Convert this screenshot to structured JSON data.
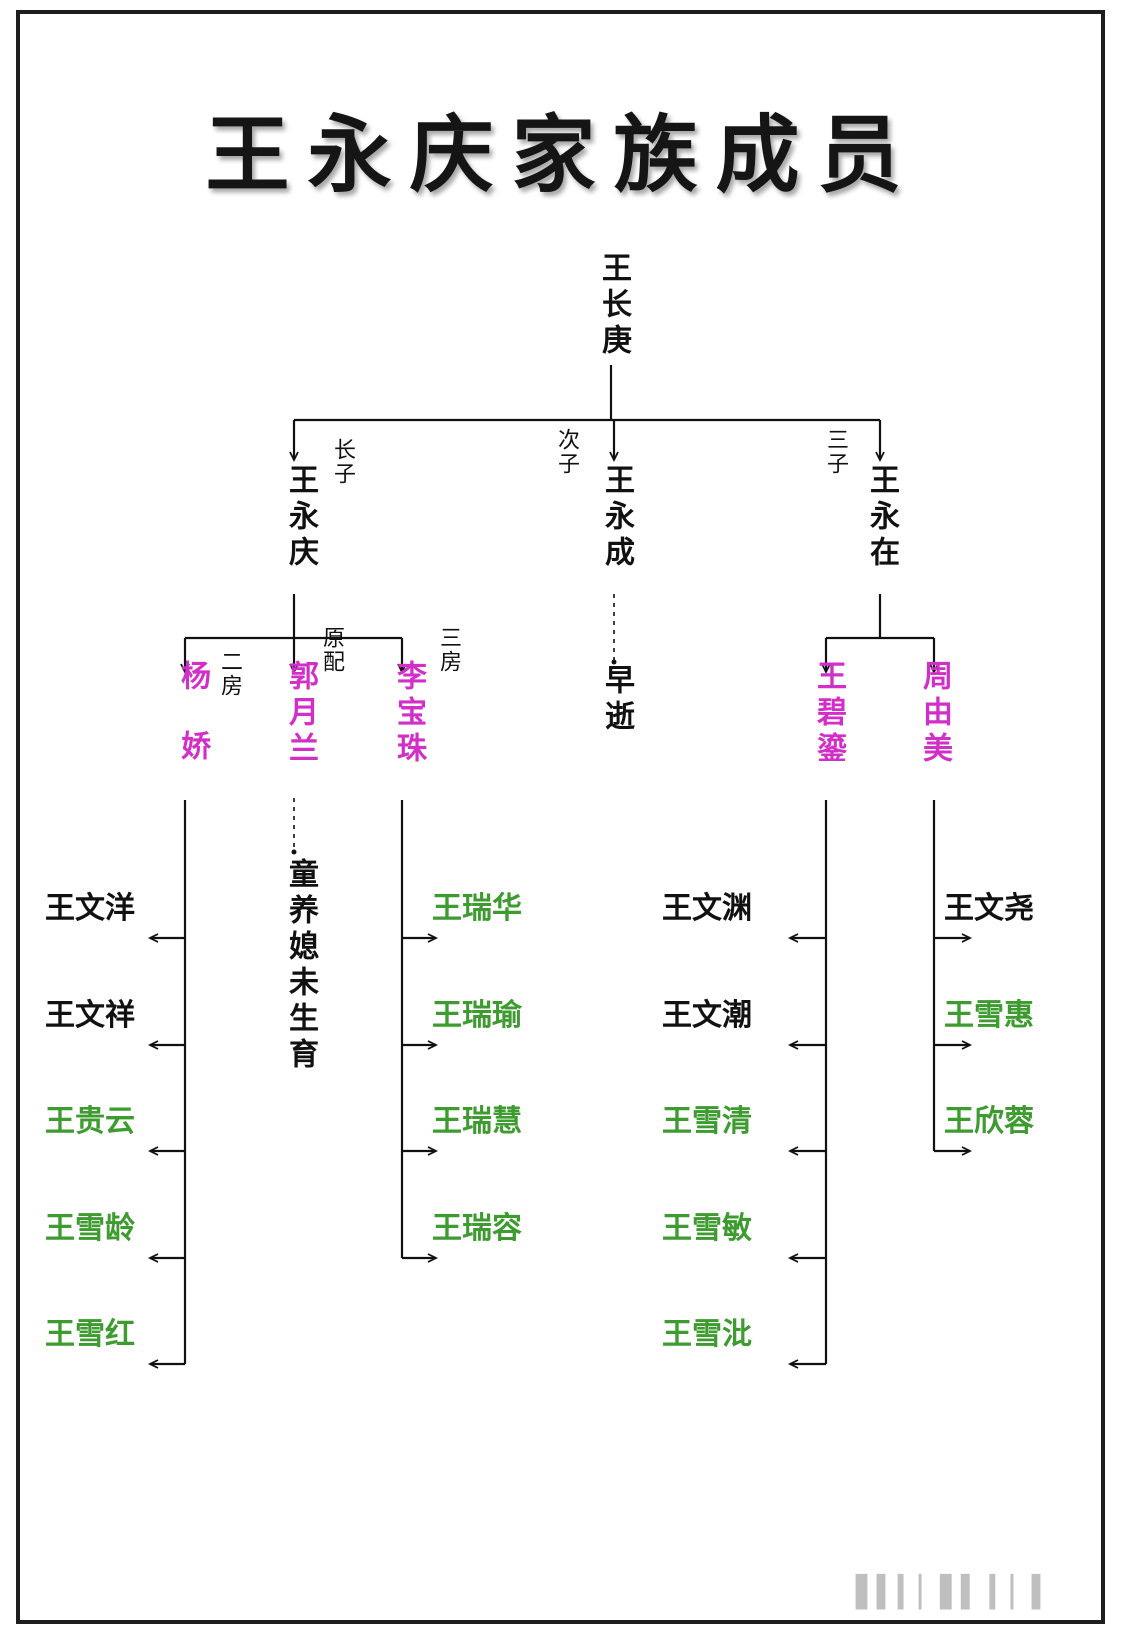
{
  "title": "王永庆家族成员",
  "colors": {
    "line": "#111111",
    "black_text": "#111111",
    "female_ancestor": "#d12fc8",
    "green_descendant": "#3d9b2f"
  },
  "root": {
    "name": "王长庚"
  },
  "sons": [
    {
      "label": "长子",
      "name": "王永庆"
    },
    {
      "label": "次子",
      "name": "王永成",
      "note": "早逝"
    },
    {
      "label": "三子",
      "name": "王永在"
    }
  ],
  "yongqing_wives": [
    {
      "label": "二房",
      "name": "杨娇"
    },
    {
      "label": "原配",
      "name": "郭月兰",
      "note": "童养媳未生育"
    },
    {
      "label": "三房",
      "name": "李宝珠"
    }
  ],
  "yongzai_wives": [
    {
      "name": "王碧鎏"
    },
    {
      "name": "周由美"
    }
  ],
  "children": {
    "yang_jiao": [
      {
        "name": "王文洋",
        "color": "black"
      },
      {
        "name": "王文祥",
        "color": "black"
      },
      {
        "name": "王贵云",
        "color": "green"
      },
      {
        "name": "王雪龄",
        "color": "green"
      },
      {
        "name": "王雪红",
        "color": "green"
      }
    ],
    "li_baozhu": [
      {
        "name": "王瑞华",
        "color": "green"
      },
      {
        "name": "王瑞瑜",
        "color": "green"
      },
      {
        "name": "王瑞慧",
        "color": "green"
      },
      {
        "name": "王瑞容",
        "color": "green"
      }
    ],
    "wang_biluan": [
      {
        "name": "王文渊",
        "color": "black"
      },
      {
        "name": "王文潮",
        "color": "black"
      },
      {
        "name": "王雪清",
        "color": "green"
      },
      {
        "name": "王雪敏",
        "color": "green"
      },
      {
        "name": "王雪沘",
        "color": "green"
      }
    ],
    "zhou_youmei": [
      {
        "name": "王文尧",
        "color": "black"
      },
      {
        "name": "王雪惠",
        "color": "green"
      },
      {
        "name": "王欣蓉",
        "color": "green"
      }
    ]
  }
}
